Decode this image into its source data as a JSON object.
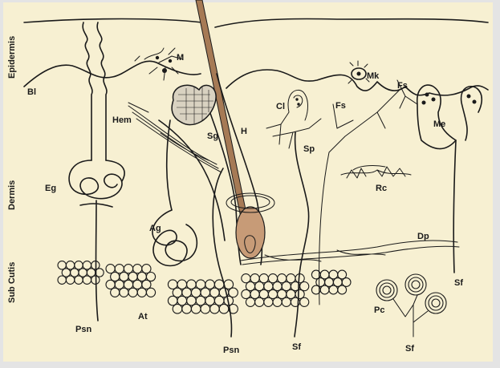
{
  "colors": {
    "paper": "#f7f0d2",
    "ink": "#1a1a1a",
    "hair": "#a67a55",
    "frame": "#e4e4e4"
  },
  "layers": {
    "epidermis": "Epidermis",
    "dermis": "Dermis",
    "subcutis": "Sub Cutis"
  },
  "labels": {
    "bl": "Bl",
    "m": "M",
    "mk": "Mk",
    "fs_right": "Fs",
    "fs_left": "Fs",
    "hem": "Hem",
    "sg": "Sg",
    "h": "H",
    "cl": "Cl",
    "sp": "Sp",
    "me": "Me",
    "eg": "Eg",
    "rc": "Rc",
    "ag": "Ag",
    "dp": "Dp",
    "sf_right": "Sf",
    "at": "At",
    "pc": "Pc",
    "psn_left": "Psn",
    "psn_mid": "Psn",
    "sf_mid": "Sf",
    "sf_bottom": "Sf"
  }
}
